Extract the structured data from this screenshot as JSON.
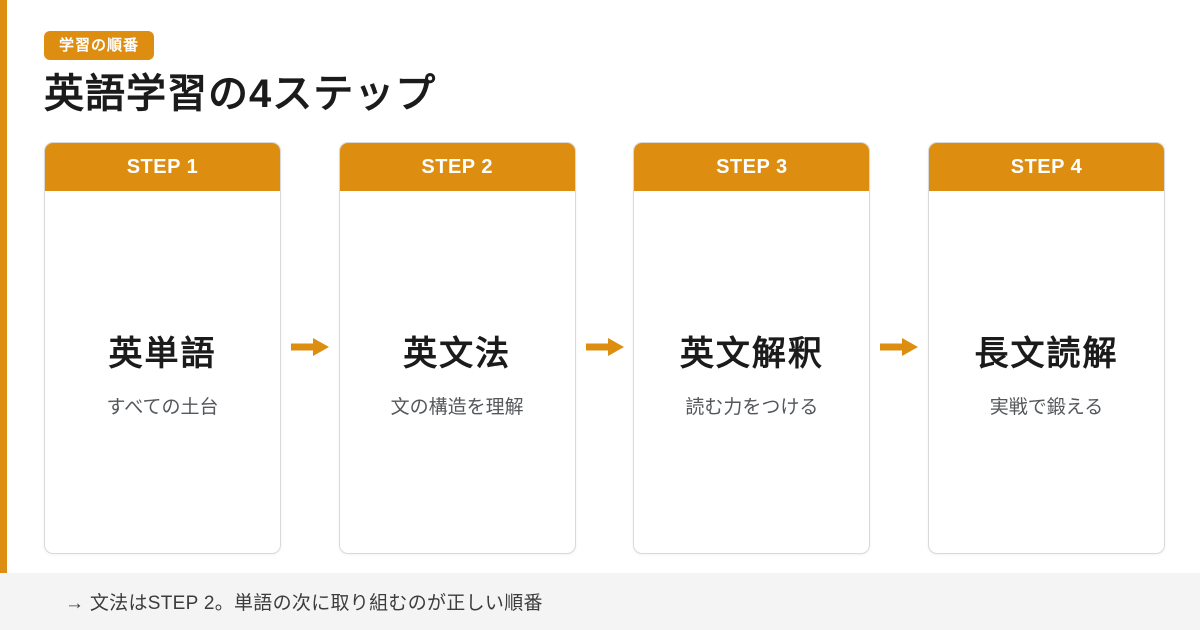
{
  "colors": {
    "accent": "#dd8d10",
    "card_border": "#d9d9d9",
    "title_text": "#1b1b1b",
    "subtitle_text": "#54575b",
    "footer_bg": "#f4f4f4"
  },
  "badge": {
    "label": "学習の順番"
  },
  "header": {
    "title": "英語学習の4ステップ"
  },
  "steps": [
    {
      "step_label": "STEP 1",
      "title": "英単語",
      "subtitle": "すべての土台"
    },
    {
      "step_label": "STEP 2",
      "title": "英文法",
      "subtitle": "文の構造を理解"
    },
    {
      "step_label": "STEP 3",
      "title": "英文解釈",
      "subtitle": "読む力をつける"
    },
    {
      "step_label": "STEP 4",
      "title": "長文読解",
      "subtitle": "実戦で鍛える"
    }
  ],
  "icons": {
    "between_cards": "arrow-right-icon"
  },
  "footer": {
    "note": "→ 文法はSTEP 2。単語の次に取り組むのが正しい順番"
  }
}
